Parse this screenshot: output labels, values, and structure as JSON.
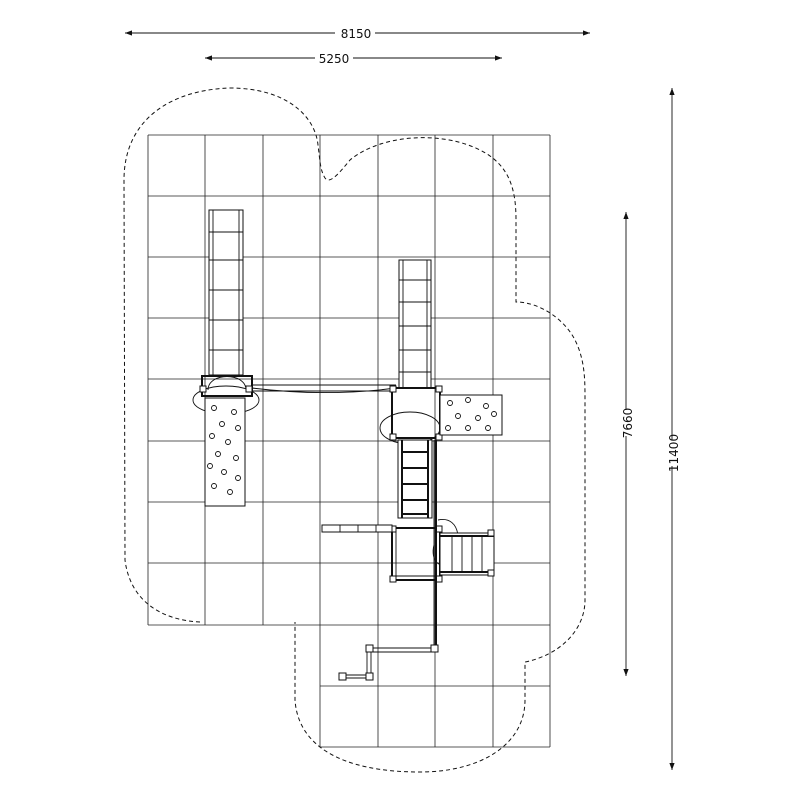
{
  "dimensions": {
    "overall_width": "8150",
    "inner_width": "5250",
    "overall_height": "11400",
    "inner_height": "7660"
  }
}
